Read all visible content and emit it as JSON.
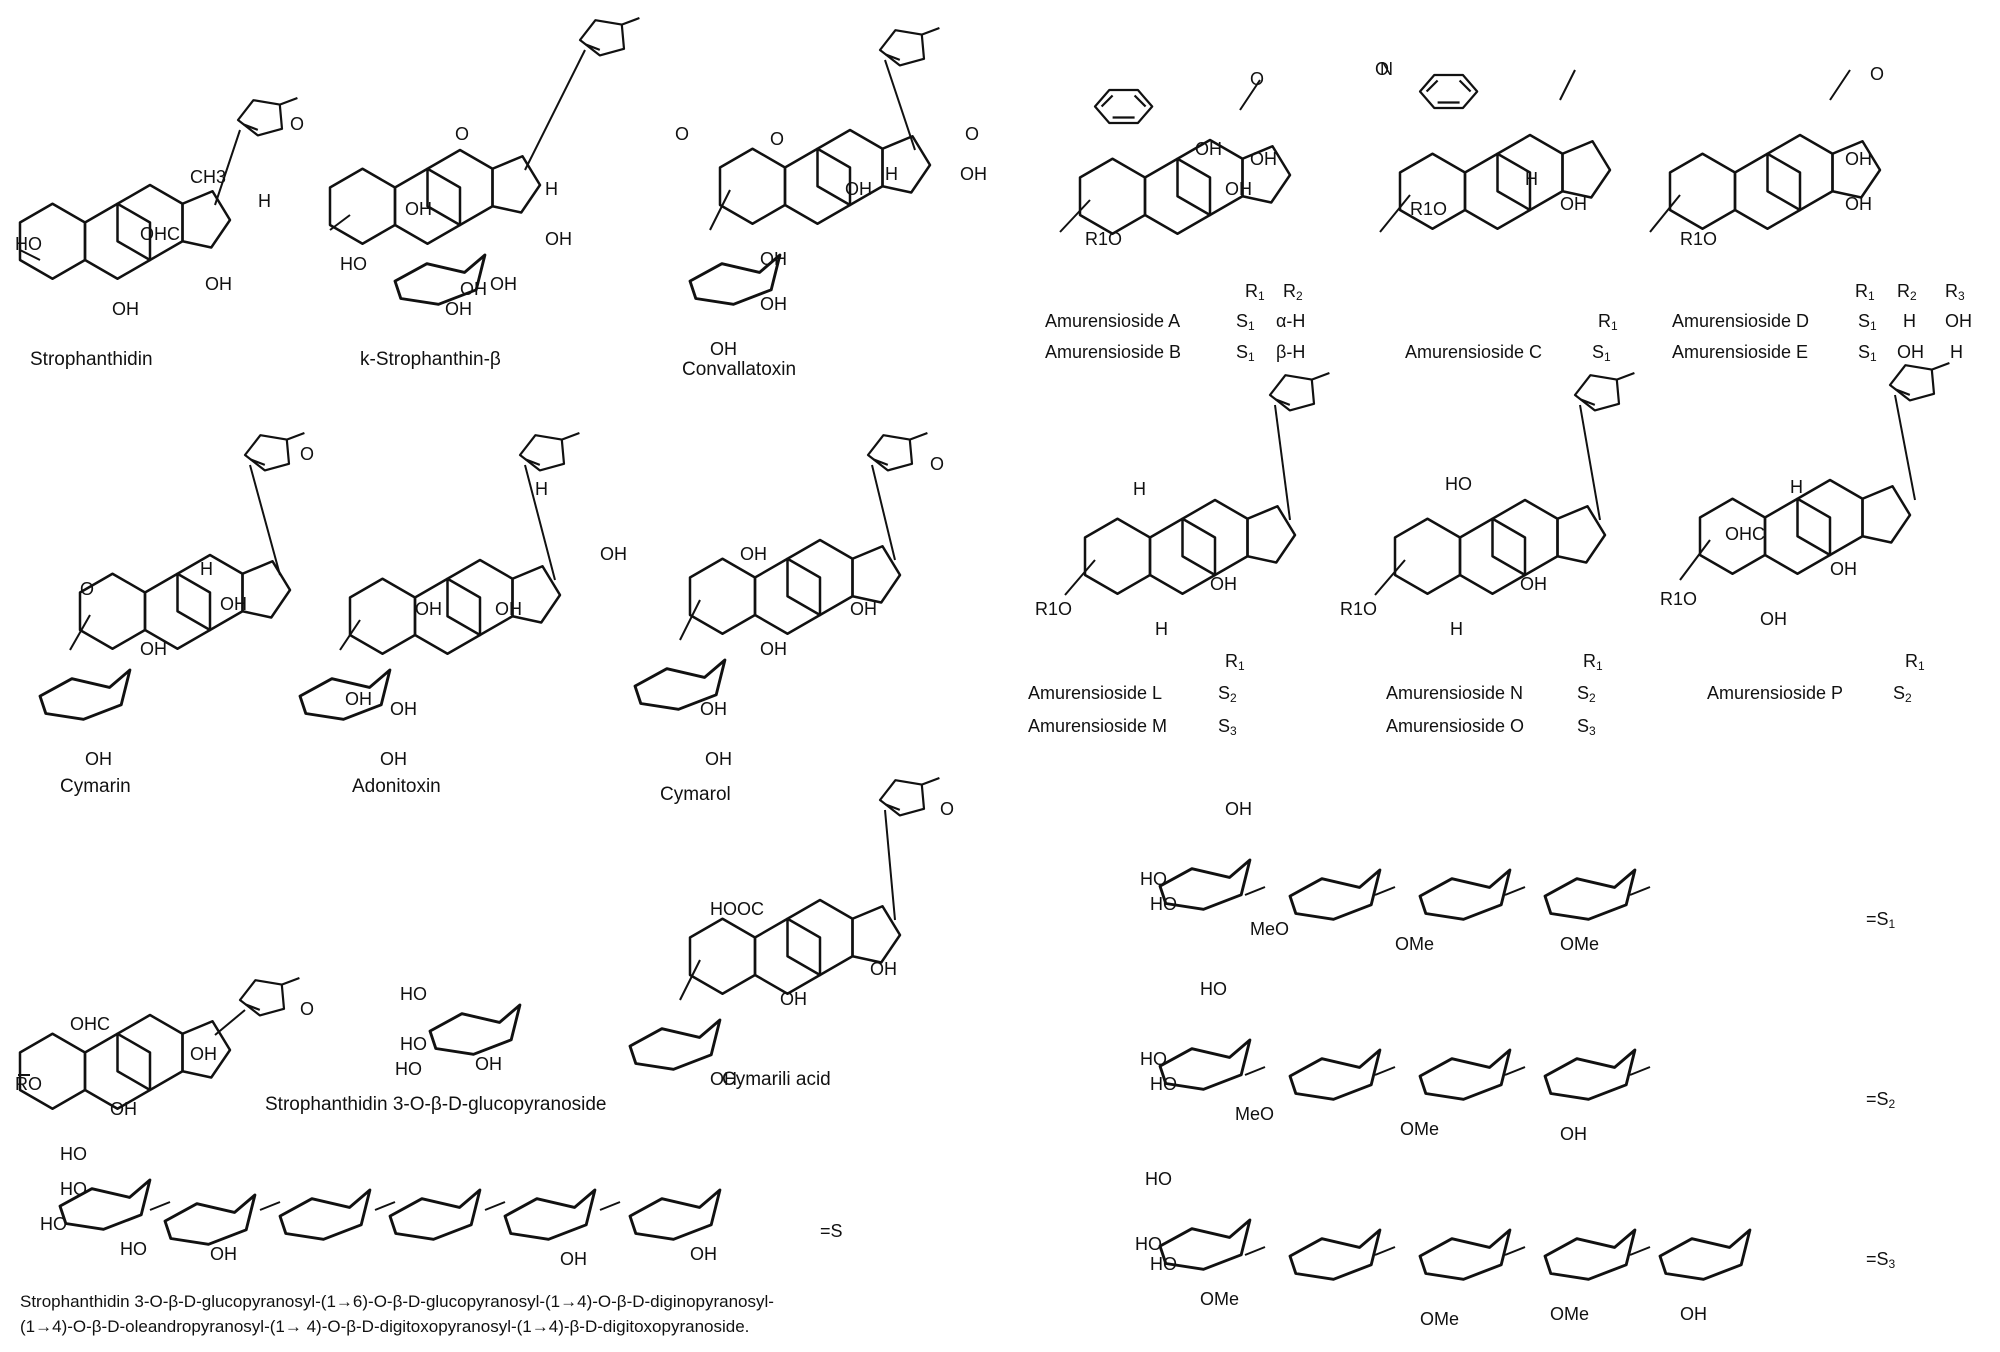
{
  "compounds": {
    "strophanthidin": "Strophanthidin",
    "k_strophanthin_beta": "k-Strophanthin-β",
    "convallatoxin": "Convallatoxin",
    "cymarin": "Cymarin",
    "adonitoxin": "Adonitoxin",
    "cymarol": "Cymarol",
    "cymarilic_acid": "Cymarili acid",
    "stroph_glucoside": "Strophanthidin 3-O-β-D-glucopyranoside",
    "long_name_line1": "Strophanthidin 3-O-β-D-glucopyranosyl-(1→6)-O-β-D-glucopyranosyl-(1→4)-O-β-D-diginopyranosyl-",
    "long_name_line2": "(1→4)-O-β-D-oleandropyranosyl-(1→ 4)-O-β-D-digitoxopyranosyl-(1→4)-β-D-digitoxopyranoside."
  },
  "tables": {
    "amurensioside_ab": {
      "headers": [
        "R1",
        "R2"
      ],
      "rows": [
        {
          "name": "Amurensioside A",
          "r1": "S1",
          "r2": "α-H"
        },
        {
          "name": "Amurensioside B",
          "r1": "S1",
          "r2": "β-H"
        }
      ]
    },
    "amurensioside_c": {
      "headers": [
        "R1"
      ],
      "rows": [
        {
          "name": "Amurensioside C",
          "r1": "S1"
        }
      ]
    },
    "amurensioside_de": {
      "headers": [
        "R1",
        "R2",
        "R3"
      ],
      "rows": [
        {
          "name": "Amurensioside D",
          "r1": "S1",
          "r2": "H",
          "r3": "OH"
        },
        {
          "name": "Amurensioside E",
          "r1": "S1",
          "r2": "OH",
          "r3": "H"
        }
      ]
    },
    "amurensioside_lm": {
      "headers": [
        "R1"
      ],
      "rows": [
        {
          "name": "Amurensioside L",
          "r1": "S2"
        },
        {
          "name": "Amurensioside M",
          "r1": "S3"
        }
      ]
    },
    "amurensioside_no": {
      "headers": [
        "R1"
      ],
      "rows": [
        {
          "name": "Amurensioside N",
          "r1": "S2"
        },
        {
          "name": "Amurensioside O",
          "r1": "S3"
        }
      ]
    },
    "amurensioside_p": {
      "headers": [
        "R1"
      ],
      "rows": [
        {
          "name": "Amurensioside P",
          "r1": "S2"
        }
      ]
    }
  },
  "sugar_labels": {
    "s": "=S",
    "s1": "=S1",
    "s2": "=S2",
    "s3": "=S3"
  },
  "atom_labels": {
    "oh": "OH",
    "ho": "HO",
    "h": "H",
    "ohc": "OHC",
    "hooc": "HOOC",
    "ch3": "CH3",
    "o": "O",
    "n": "N",
    "ome": "OMe",
    "meo": "MeO",
    "ro": "RO",
    "r1o": "R1O",
    "r1": "R1",
    "r2": "R2",
    "r3": "R3"
  }
}
